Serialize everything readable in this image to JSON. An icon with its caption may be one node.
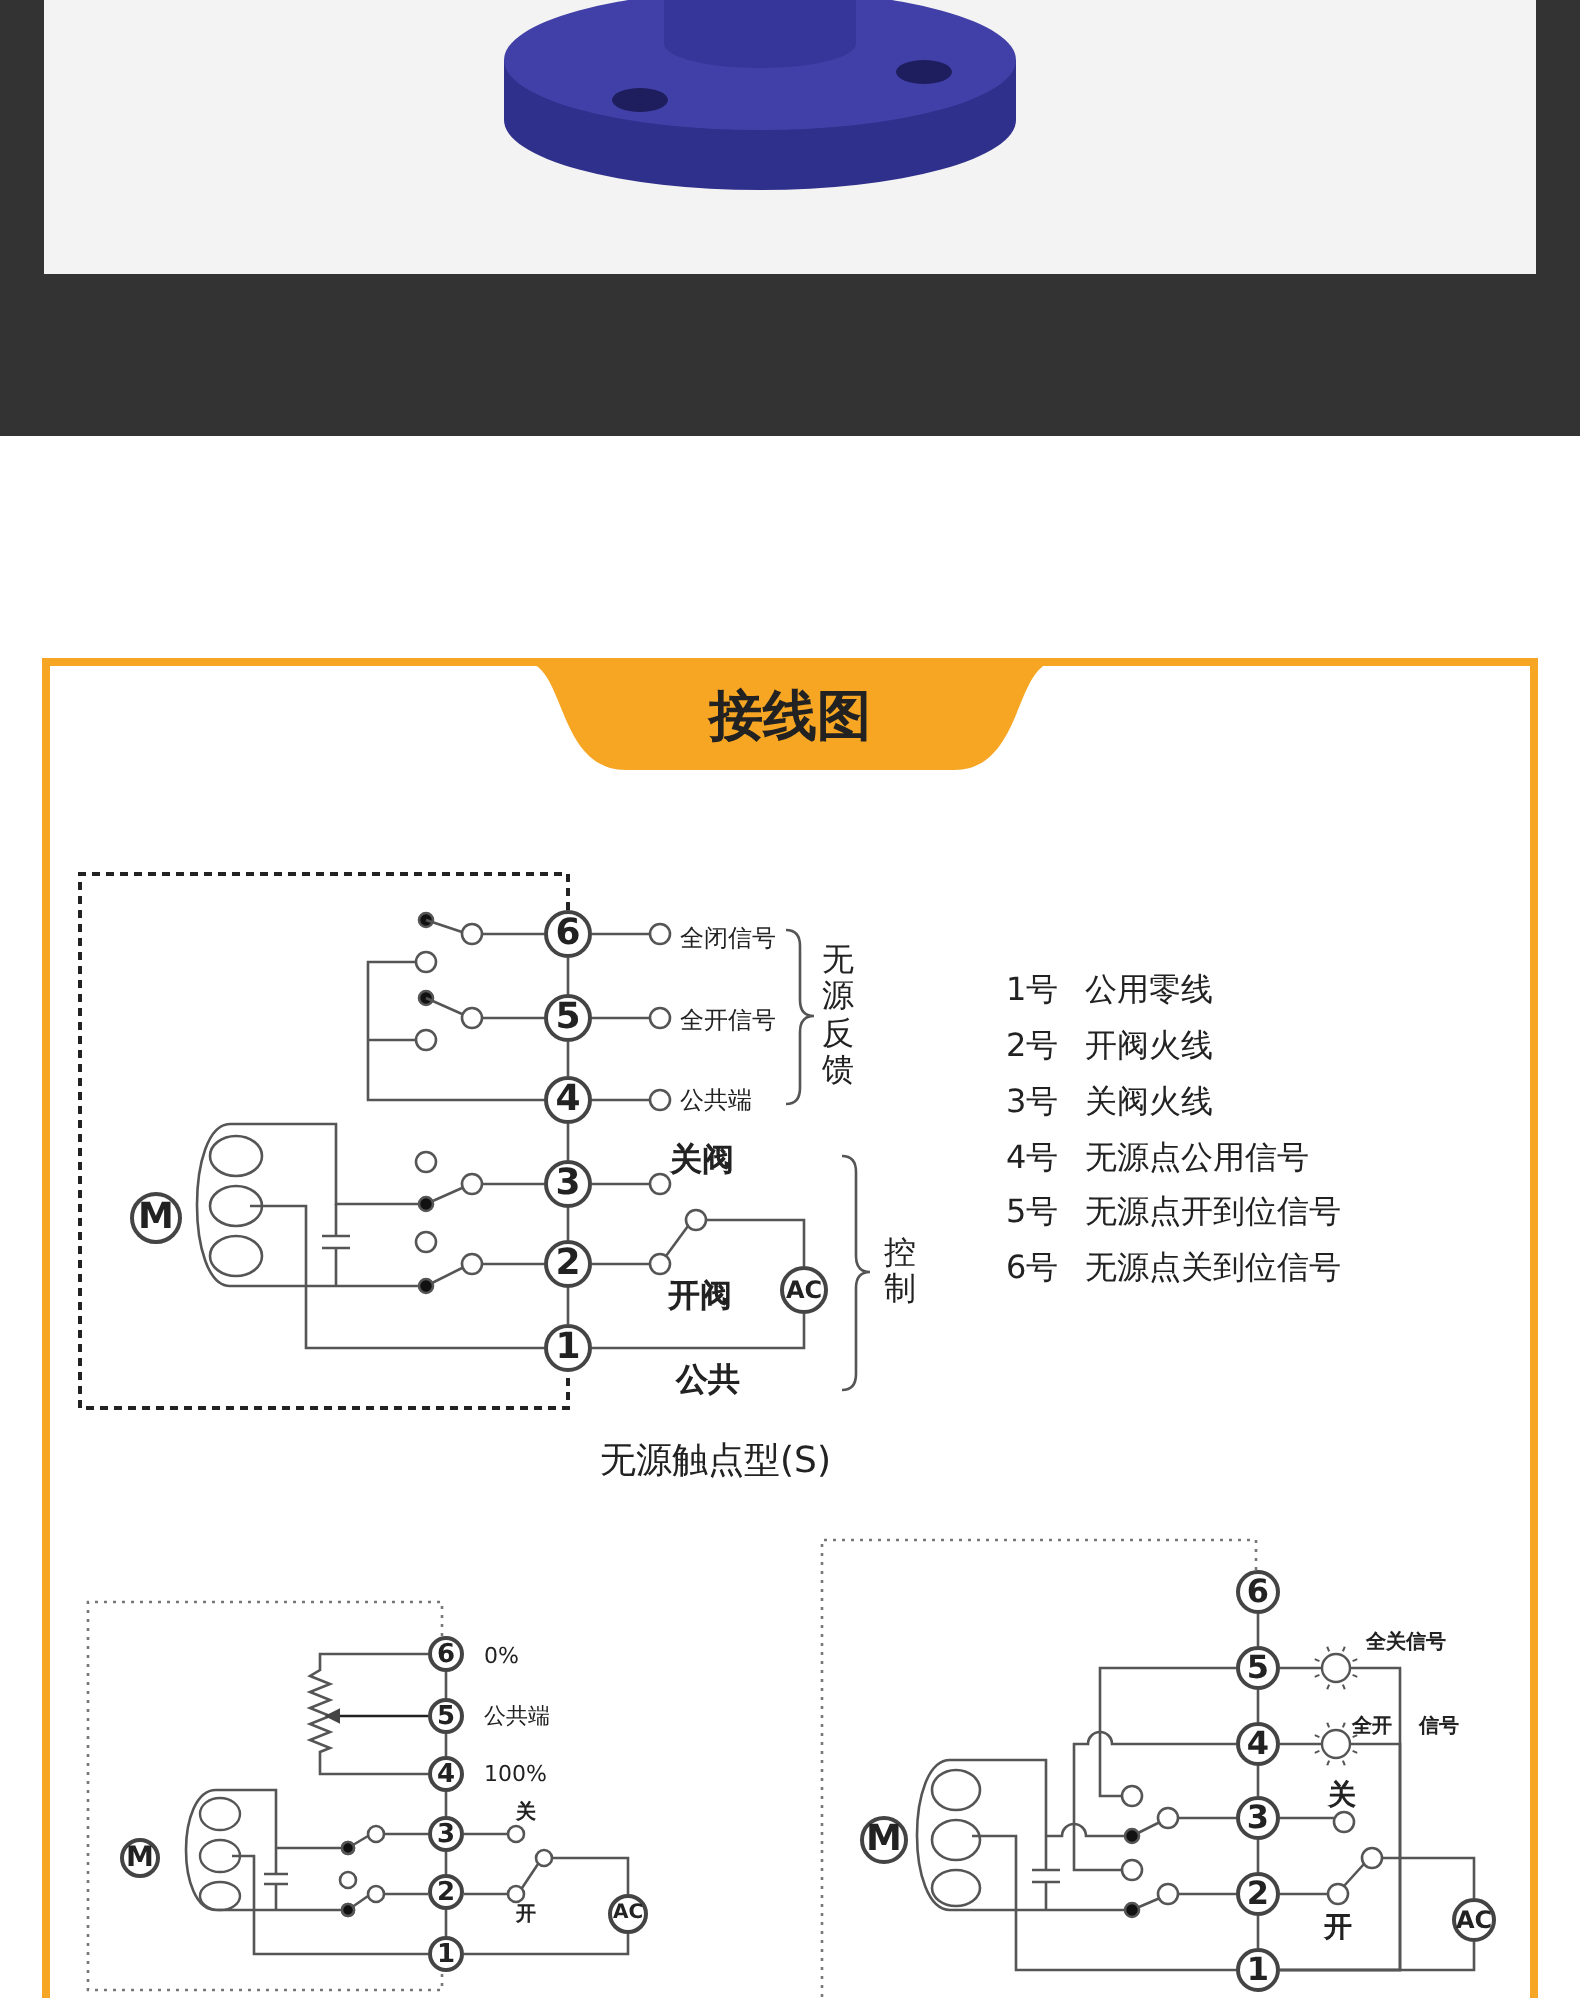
{
  "diagram": {
    "title": "接线图",
    "nodes": [
      {
        "text": [
          "6"
        ],
        "beside": [
          "全闭信号"
        ]
      },
      {
        "text": [
          "5"
        ],
        "beside": [
          "全开信号"
        ]
      },
      {
        "text": [
          "4"
        ],
        "beside": [
          "公共端"
        ]
      },
      {
        "text": [
          "3"
        ],
        "beside": [
          "关阀"
        ]
      },
      {
        "text": [
          "2"
        ],
        "beside": [
          "开阀"
        ]
      },
      {
        "text": [
          "1"
        ],
        "beside": [
          "公共"
        ]
      },
      {
        "text": [
          "M"
        ]
      },
      {
        "text": [
          "AC"
        ]
      },
      {
        "text": [
          "6"
        ],
        "beside": [
          "0%"
        ]
      },
      {
        "text": [
          "5"
        ],
        "beside": [
          "公共端"
        ]
      },
      {
        "text": [
          "4"
        ],
        "beside": [
          "100%"
        ]
      },
      {
        "text": [
          "3"
        ],
        "beside": [
          "关"
        ]
      },
      {
        "text": [
          "2"
        ],
        "beside": [
          "开"
        ]
      },
      {
        "text": [
          "1"
        ]
      },
      {
        "text": [
          "M"
        ]
      },
      {
        "text": [
          "AC"
        ]
      },
      {
        "text": [
          "6"
        ]
      },
      {
        "text": [
          "5"
        ]
      },
      {
        "text": [
          "4"
        ]
      },
      {
        "text": [
          "3"
        ]
      },
      {
        "text": [
          "2"
        ],
        "beside": [
          "开"
        ]
      },
      {
        "text": [
          "1"
        ]
      },
      {
        "text": [
          "M"
        ]
      },
      {
        "text": [
          "AC"
        ]
      },
      {
        "text": [],
        "shape": "lamp"
      },
      {
        "text": [],
        "shape": "lamp"
      }
    ],
    "edges": [
      {
        "from": 0,
        "to": 1,
        "arrow": "none"
      },
      {
        "from": 1,
        "to": 2,
        "arrow": "none"
      },
      {
        "from": 2,
        "to": 3,
        "arrow": "none"
      },
      {
        "from": 3,
        "to": 4,
        "arrow": "none"
      },
      {
        "from": 4,
        "to": 5,
        "arrow": "none"
      },
      {
        "from": 5,
        "to": 7,
        "arrow": "none"
      },
      {
        "from": 8,
        "to": 9,
        "arrow": "none"
      },
      {
        "from": 9,
        "to": 10,
        "arrow": "none"
      },
      {
        "from": 10,
        "to": 11,
        "arrow": "none"
      },
      {
        "from": 11,
        "to": 12,
        "arrow": "none"
      },
      {
        "from": 12,
        "to": 13,
        "arrow": "none"
      },
      {
        "from": 9,
        "to": null,
        "arrow": "to"
      },
      {
        "from": 13,
        "to": 15,
        "arrow": "none"
      },
      {
        "from": 16,
        "to": 17,
        "arrow": "none"
      },
      {
        "from": 17,
        "to": 18,
        "arrow": "none"
      },
      {
        "from": 18,
        "to": 19,
        "arrow": "none"
      },
      {
        "from": 19,
        "to": 20,
        "arrow": "none"
      },
      {
        "from": 20,
        "to": 21,
        "arrow": "none"
      },
      {
        "from": 21,
        "to": 23,
        "arrow": "none"
      },
      {
        "from": 17,
        "to": 24,
        "arrow": "none"
      },
      {
        "from": 18,
        "to": 25,
        "arrow": "none"
      },
      {
        "from": 24,
        "to": 21,
        "arrow": "none"
      },
      {
        "from": 25,
        "to": 21,
        "arrow": "none"
      }
    ],
    "labels": [
      "无源反馈",
      "1号 公用零线",
      "2号 开阀火线",
      "3号 关阀火线",
      "控制",
      "4号 无源点公用信号",
      "5号 无源点开到位信号",
      "6号 无源点关到位信号",
      "无源触点型(S)",
      "全关信号",
      "全开 信号",
      "关"
    ]
  }
}
